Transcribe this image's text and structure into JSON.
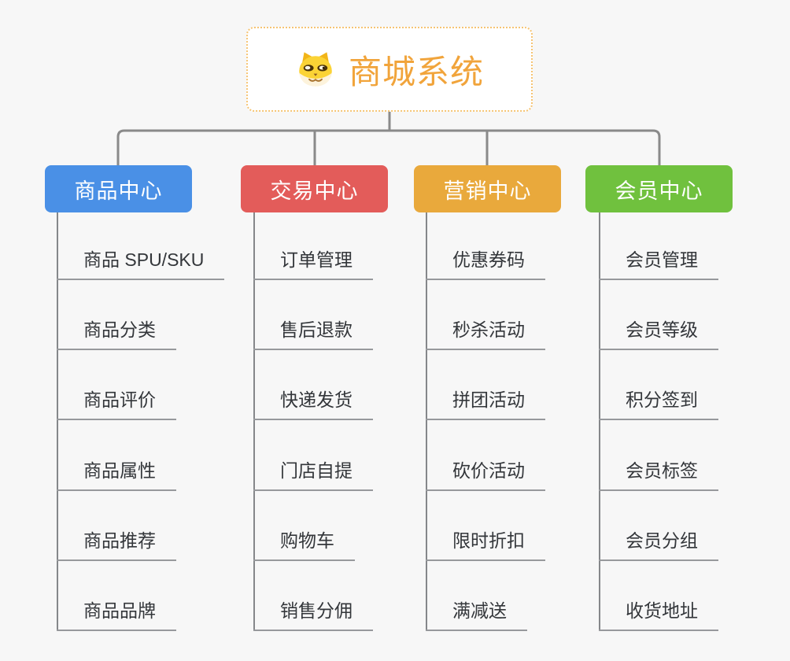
{
  "root": {
    "title": "商城系统",
    "icon": "shiba-dog-icon"
  },
  "branches": [
    {
      "label": "商品中心",
      "color": "#4A90E6",
      "children": [
        "商品 SPU/SKU",
        "商品分类",
        "商品评价",
        "商品属性",
        "商品推荐",
        "商品品牌"
      ]
    },
    {
      "label": "交易中心",
      "color": "#E35C5A",
      "children": [
        "订单管理",
        "售后退款",
        "快递发货",
        "门店自提",
        "购物车",
        "销售分佣"
      ]
    },
    {
      "label": "营销中心",
      "color": "#E9A93C",
      "children": [
        "优惠券码",
        "秒杀活动",
        "拼团活动",
        "砍价活动",
        "限时折扣",
        "满减送"
      ]
    },
    {
      "label": "会员中心",
      "color": "#70C13E",
      "children": [
        "会员管理",
        "会员等级",
        "积分签到",
        "会员标签",
        "会员分组",
        "收货地址"
      ]
    }
  ],
  "theme": {
    "background": "#F7F7F7",
    "connector_color": "#8A8A8A",
    "underline_color": "#97999C",
    "leaf_text_color": "#33363A",
    "root_text_color": "#F1A43B",
    "root_border_color": "#F6C473",
    "branch_text_color": "#FFFFFF"
  }
}
